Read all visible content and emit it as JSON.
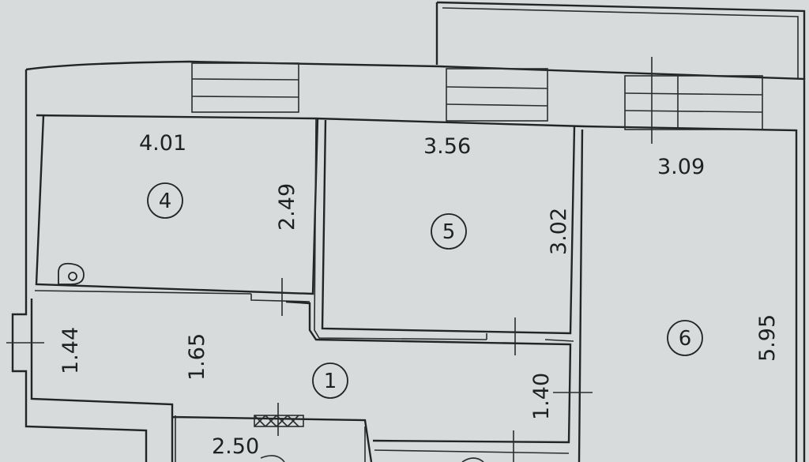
{
  "rooms": [
    {
      "number": "4",
      "width": "4.01",
      "height": "2.49"
    },
    {
      "number": "5",
      "width": "3.56",
      "height": "3.02"
    },
    {
      "number": "6",
      "width": "3.09",
      "height": "5.95"
    },
    {
      "number": "1",
      "width": "1.65",
      "height": "1.40"
    }
  ],
  "extra_dims": {
    "vestibule": "1.44",
    "lower": "2.50"
  },
  "colors": {
    "paper": "#d9dcdd",
    "ink": "#222526"
  }
}
